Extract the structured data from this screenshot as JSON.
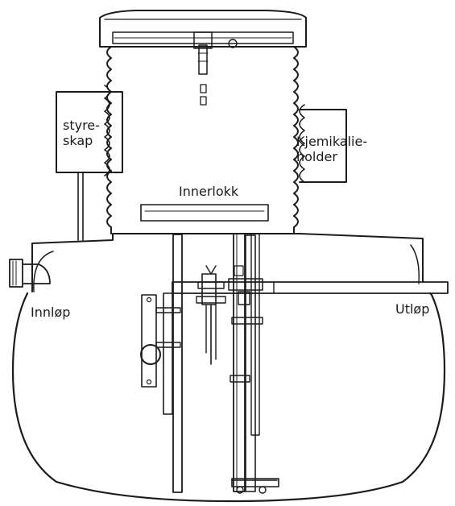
{
  "labels": {
    "styreskap": [
      "styre-",
      "skap"
    ],
    "kjemikalieholder": [
      "Kjemikalie-",
      "holder"
    ],
    "innerlokk": "Innerlokk",
    "innlop": "Innløp",
    "utlop": "Utløp"
  },
  "colors": {
    "line": "#1c1c1c",
    "background": "#ffffff"
  }
}
